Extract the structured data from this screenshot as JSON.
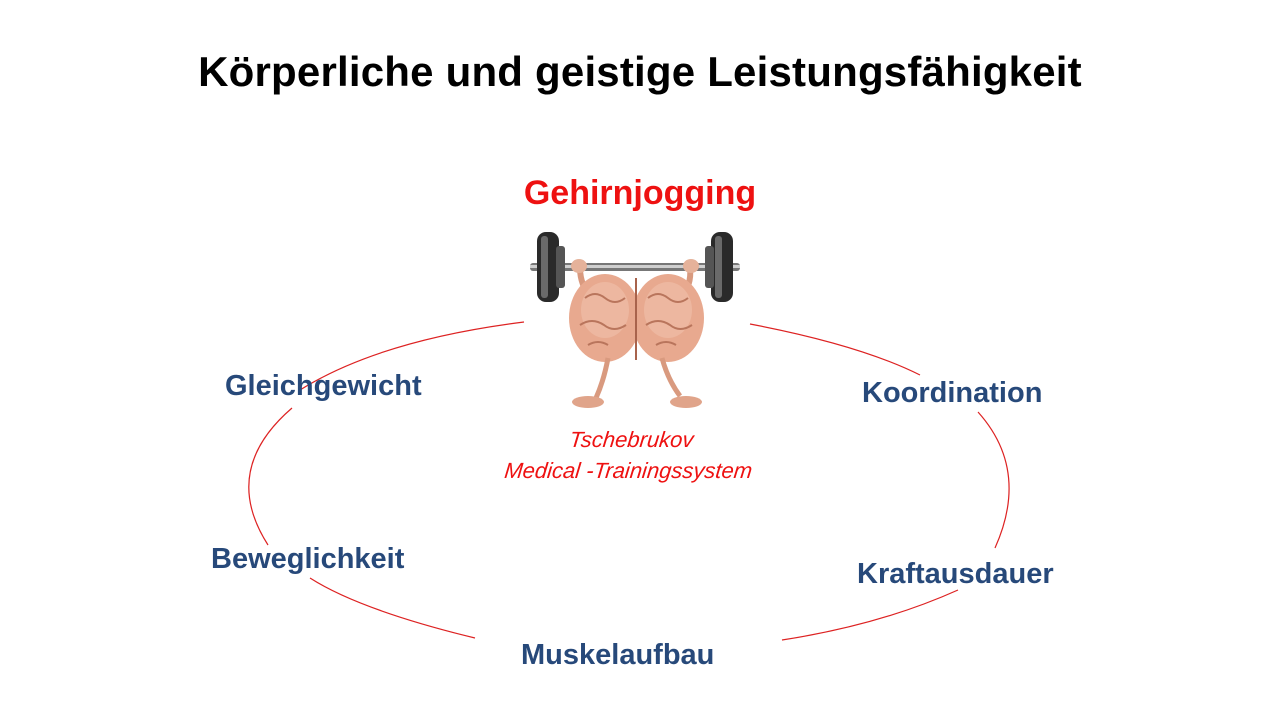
{
  "title": "Körperliche und geistige Leistungsfähigkeit",
  "center": {
    "label": "Gehirnjogging",
    "caption_line1": "Tschebrukov",
    "caption_line2": "Medical -Trainingssystem"
  },
  "nodes": {
    "gleichgewicht": "Gleichgewicht",
    "koordination": "Koordination",
    "beweglichkeit": "Beweglichkeit",
    "kraftausdauer": "Kraftausdauer",
    "muskelaufbau": "Muskelaufbau"
  },
  "colors": {
    "title": "#000000",
    "accent": "#ee1111",
    "node": "#27497a",
    "ring": "#dd2222"
  },
  "icons": {
    "center": "brain-lifting-barbell-icon"
  }
}
